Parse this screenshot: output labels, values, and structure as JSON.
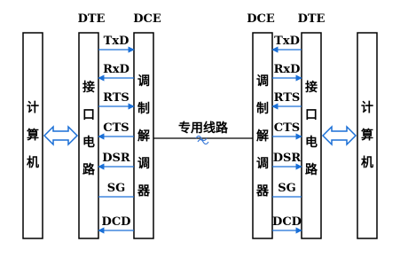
{
  "headers": {
    "left_dte": "DTE",
    "left_dce": "DCE",
    "right_dce": "DCE",
    "right_dte": "DTE"
  },
  "computer_chars": [
    "计",
    "算",
    "机"
  ],
  "interface_chars": [
    "接",
    "口",
    "电",
    "路"
  ],
  "modem_left_chars": [
    "调",
    "制",
    "解",
    "调",
    "器"
  ],
  "modem_right_chars": [
    "调",
    "制",
    "解",
    "调",
    "器"
  ],
  "line_label": "专用线路",
  "signals": [
    {
      "name": "TxD",
      "dir": "to_dce"
    },
    {
      "name": "RxD",
      "dir": "to_dte"
    },
    {
      "name": "RTS",
      "dir": "to_dce"
    },
    {
      "name": "CTS",
      "dir": "to_dte"
    },
    {
      "name": "DSR",
      "dir": "to_dte"
    },
    {
      "name": "SG",
      "dir": "none"
    },
    {
      "name": "DCD",
      "dir": "to_dte"
    }
  ],
  "colors": {
    "arrow": "#1a6fd6",
    "line": "#000000"
  }
}
